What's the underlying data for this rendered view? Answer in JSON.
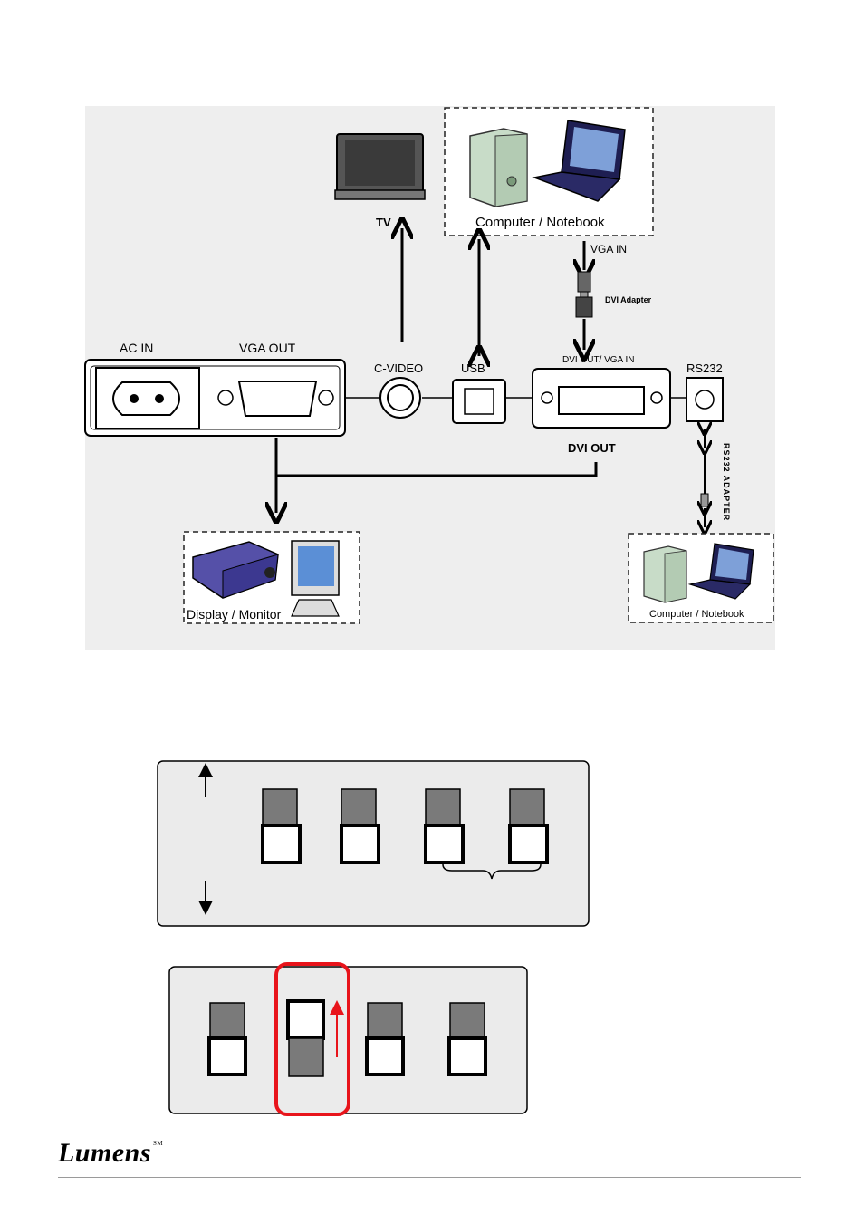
{
  "diagram": {
    "labels": {
      "tv": "TV",
      "computer_top": "Computer / Notebook",
      "vga_in": "VGA IN",
      "dvi_adapter": "DVI Adapter",
      "ac_in": "AC   IN",
      "vga_out": "VGA   OUT",
      "c_video": "C-VIDEO",
      "usb": "USB",
      "dvi_out_vga_in": "DVI OUT/ VGA IN",
      "rs232": "RS232",
      "dvi_out": "DVI OUT",
      "rs232_adapter": "RS232 ADAPTER",
      "display_monitor": "Display / Monitor",
      "computer_bottom": "Computer / Notebook"
    }
  },
  "switch_panel_1": {
    "switch_count": 4
  },
  "switch_panel_2": {
    "switch_count": 4,
    "highlighted_switch": 2
  },
  "footer": {
    "brand": "Lumens",
    "mark": "SM"
  },
  "colors": {
    "highlight": "#e8141b",
    "panel_bg": "#ebebeb",
    "switch_gray": "#7a7a7a"
  }
}
